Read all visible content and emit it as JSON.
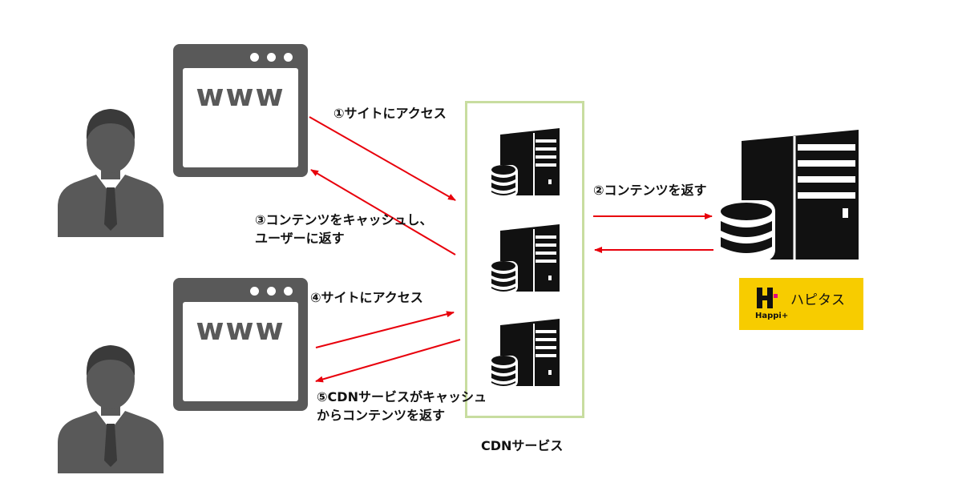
{
  "browsers": [
    {
      "text": "www"
    },
    {
      "text": "www"
    }
  ],
  "steps": {
    "step1": "①サイトにアクセス",
    "step2": "②コンテンツを返す",
    "step3_line1": "③コンテンツをキャッシュし、",
    "step3_line2": "ユーザーに返す",
    "step4": "④サイトにアクセス",
    "step5_line1": "⑤CDNサービスがキャッシュ",
    "step5_line2": "からコンテンツを返す"
  },
  "cdn": {
    "label": "CDNサービス"
  },
  "origin": {
    "logo_text": "Happi+",
    "brand_name": "ハピタス"
  },
  "colors": {
    "arrow": "#e8000b",
    "icon": "#595959",
    "server": "#111111",
    "cdn_border": "#c8dda0",
    "logo_bg": "#f7cc00",
    "logo_accent": "#e4007f"
  },
  "icons": [
    "user-icon",
    "browser-window-icon",
    "server-icon",
    "database-icon"
  ]
}
